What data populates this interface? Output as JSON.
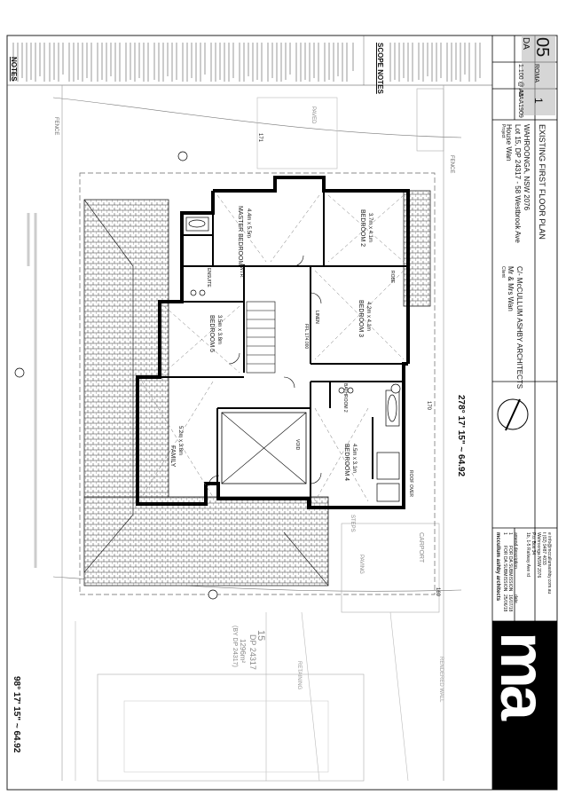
{
  "notes": {
    "heading": "NOTES",
    "scope_heading": "SCOPE NOTES"
  },
  "plan": {
    "rooms": {
      "master": {
        "name": "MASTER BEDROOM",
        "size": "4.4m x 5.5m"
      },
      "bed2": {
        "name": "BEDROOM 2",
        "size": "3.7m x 4.1m"
      },
      "bed3": {
        "name": "BEDROOM 3",
        "size": "4.2m x 4.1m"
      },
      "bed4": {
        "name": "BEDROOM 4",
        "size": "4.5m x 3.1m"
      },
      "bed5": {
        "name": "BEDROOM 5",
        "size": "3.5m x 3.8m"
      },
      "family": {
        "name": "FAMILY",
        "size": "5.2m x 3.8m"
      },
      "ensuite": "ENSUITE",
      "wir": "W.I.R.",
      "linen": "LINEN",
      "bathroom2": "BATHROOM 2",
      "robe": "ROBE",
      "void": "VOID",
      "roof_over": "ROOF OVER"
    },
    "fence": "FENCE",
    "paved": "PAVED",
    "paving": "PAVING",
    "carport": "CARPORT",
    "steps": "STEPS",
    "rendered_wall": "RENDERED WALL",
    "retaining": "RETAINING",
    "fl_level": "FFL 174.000",
    "rl_171": "171",
    "rl_170": "170",
    "rl_169": "169",
    "bearing_right": "278° 17' 15\" ~ 64.92",
    "bearing_left": "98° 17' 15\" ~ 64.92",
    "lot": {
      "num": "15",
      "dp": "DP 24317",
      "area": "1296m²",
      "by": "(BY DP 24317)"
    }
  },
  "title_block": {
    "client_label": "Client",
    "client": "Mr & Mrs Wan",
    "architect": "C/- McCULLUM ASHBY ARCHITECTS",
    "project_label": "Project",
    "project_name": "House Wan",
    "project_address1": "Lot 15, DP 24317 - 58 Westbrook Ave",
    "project_address2": "WAHROONGA, NSW 2076",
    "drawing_title": "EXISTING FIRST FLOOR PLAN",
    "scale": "1:100 @ A3",
    "drawn": "ROMA",
    "project_no": "MAA1909",
    "revision": "1",
    "type": "DA",
    "drawing_no": "05",
    "firm_short": "ma",
    "firm_name": "mccullum ashby architects",
    "firm_addr1": "1b, 1-5 Railway Ave rd",
    "firm_addr2": "P.o. Box 34",
    "firm_addr3": "Wahroonga NSW 2076",
    "firm_tel": "t (02) 9487 4033",
    "firm_email": "e info@mccullumashby.com.au",
    "revisions": [
      {
        "no": "1",
        "desc": "FOR DA SUBMISSION",
        "date": "25/06/18"
      },
      {
        "no": "1",
        "desc": "FOR DA SUBMISSION",
        "date": "16/07/18"
      }
    ],
    "rev_header": "amend description",
    "date_header": "date"
  }
}
